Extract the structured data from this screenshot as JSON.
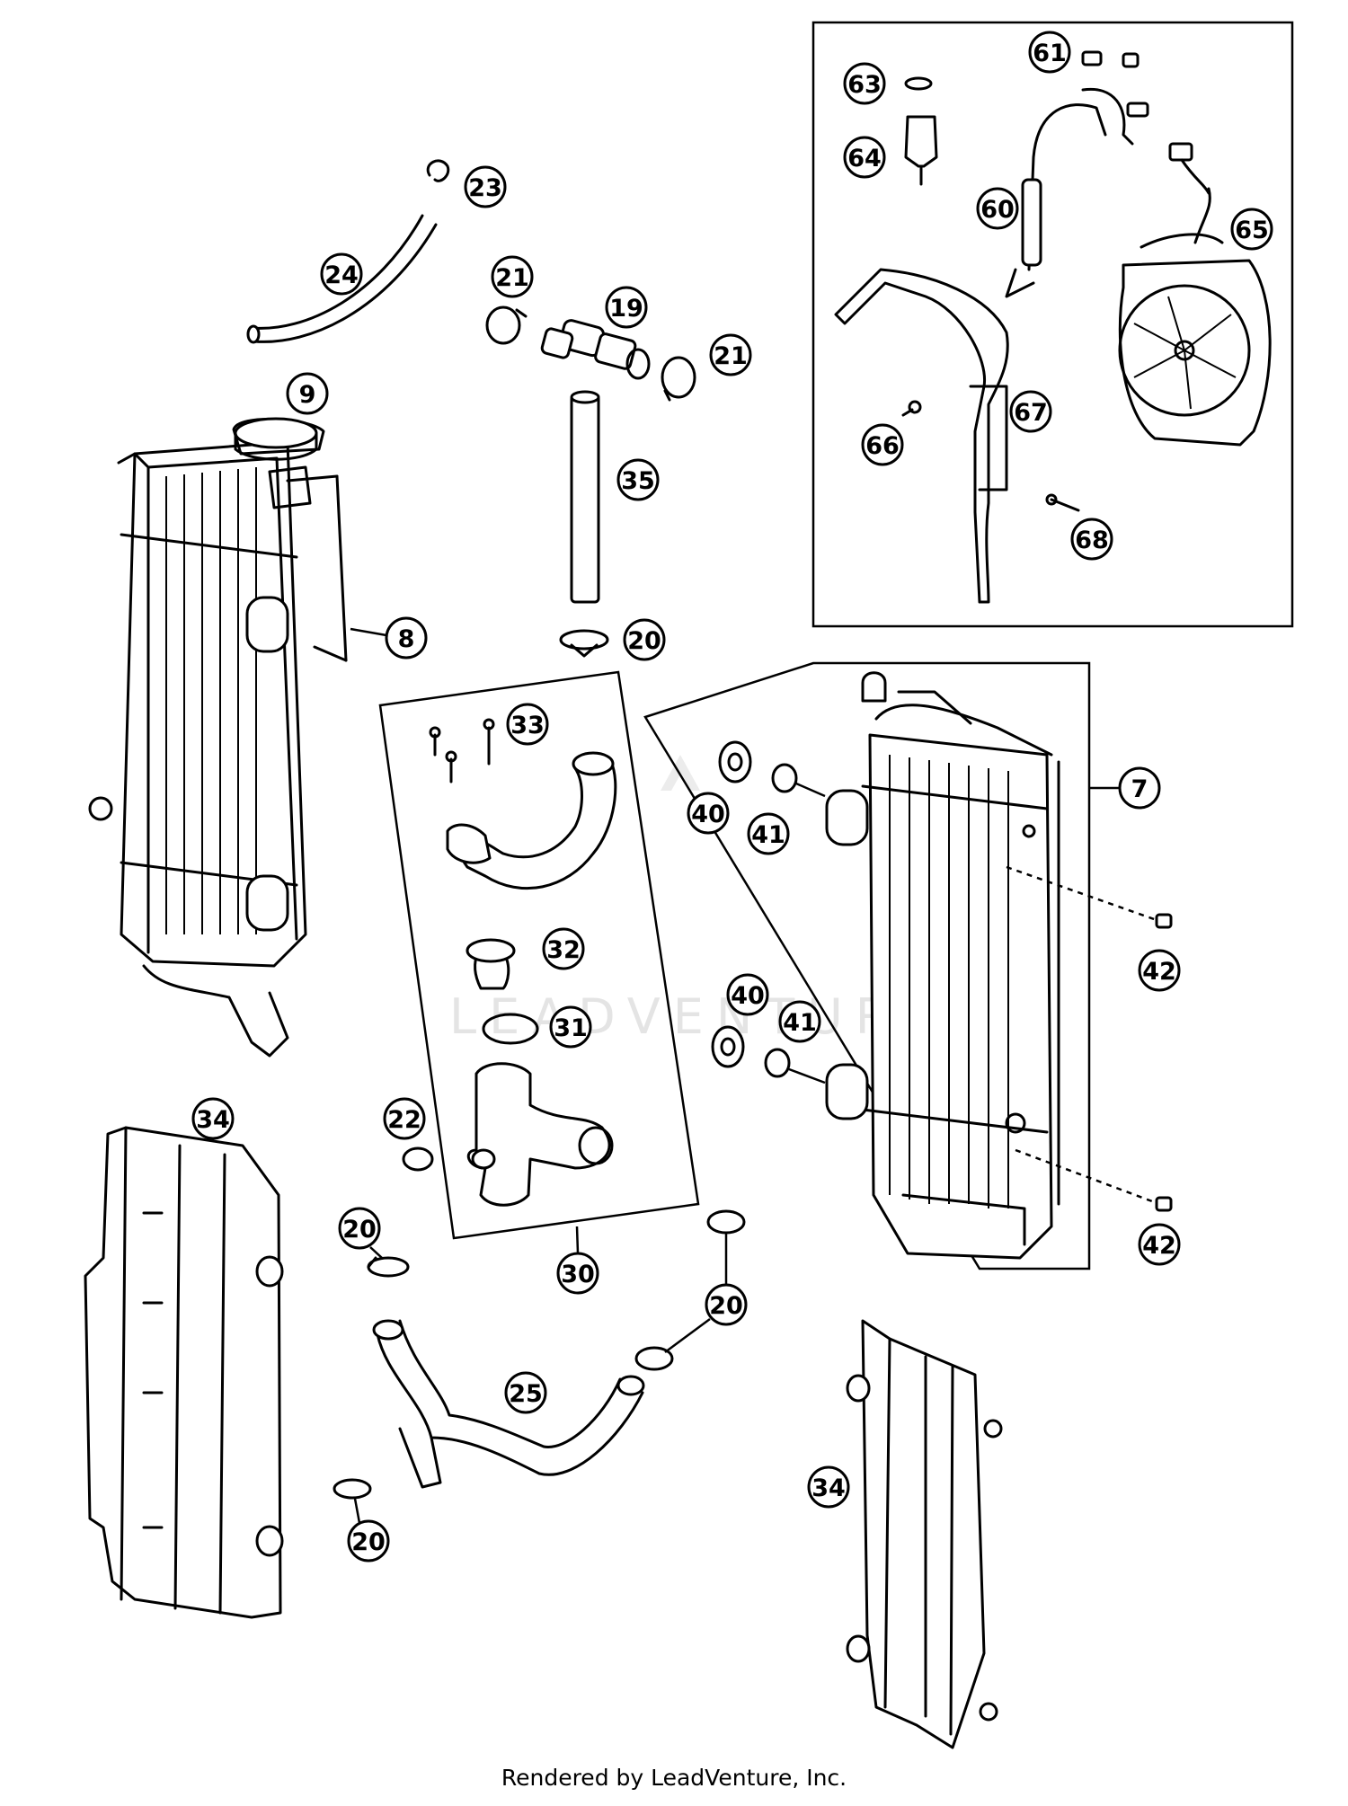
{
  "watermark": "LEADVENTURE",
  "footer": "Rendered by LeadVenture, Inc.",
  "callouts": [
    {
      "id": "c23",
      "label": "23"
    },
    {
      "id": "c24",
      "label": "24"
    },
    {
      "id": "c21a",
      "label": "21"
    },
    {
      "id": "c19",
      "label": "19"
    },
    {
      "id": "c21b",
      "label": "21"
    },
    {
      "id": "c9",
      "label": "9"
    },
    {
      "id": "c35",
      "label": "35"
    },
    {
      "id": "c8",
      "label": "8"
    },
    {
      "id": "c20a",
      "label": "20"
    },
    {
      "id": "c33",
      "label": "33"
    },
    {
      "id": "c7",
      "label": "7"
    },
    {
      "id": "c40a",
      "label": "40"
    },
    {
      "id": "c41a",
      "label": "41"
    },
    {
      "id": "c42a",
      "label": "42"
    },
    {
      "id": "c32",
      "label": "32"
    },
    {
      "id": "c40b",
      "label": "40"
    },
    {
      "id": "c41b",
      "label": "41"
    },
    {
      "id": "c31",
      "label": "31"
    },
    {
      "id": "c22",
      "label": "22"
    },
    {
      "id": "c34a",
      "label": "34"
    },
    {
      "id": "c20b",
      "label": "20"
    },
    {
      "id": "c30",
      "label": "30"
    },
    {
      "id": "c42b",
      "label": "42"
    },
    {
      "id": "c20c",
      "label": "20"
    },
    {
      "id": "c25",
      "label": "25"
    },
    {
      "id": "c34b",
      "label": "34"
    },
    {
      "id": "c20d",
      "label": "20"
    },
    {
      "id": "c61",
      "label": "61"
    },
    {
      "id": "c63",
      "label": "63"
    },
    {
      "id": "c64",
      "label": "64"
    },
    {
      "id": "c60",
      "label": "60"
    },
    {
      "id": "c65",
      "label": "65"
    },
    {
      "id": "c66",
      "label": "66"
    },
    {
      "id": "c67",
      "label": "67"
    },
    {
      "id": "c68",
      "label": "68"
    }
  ]
}
